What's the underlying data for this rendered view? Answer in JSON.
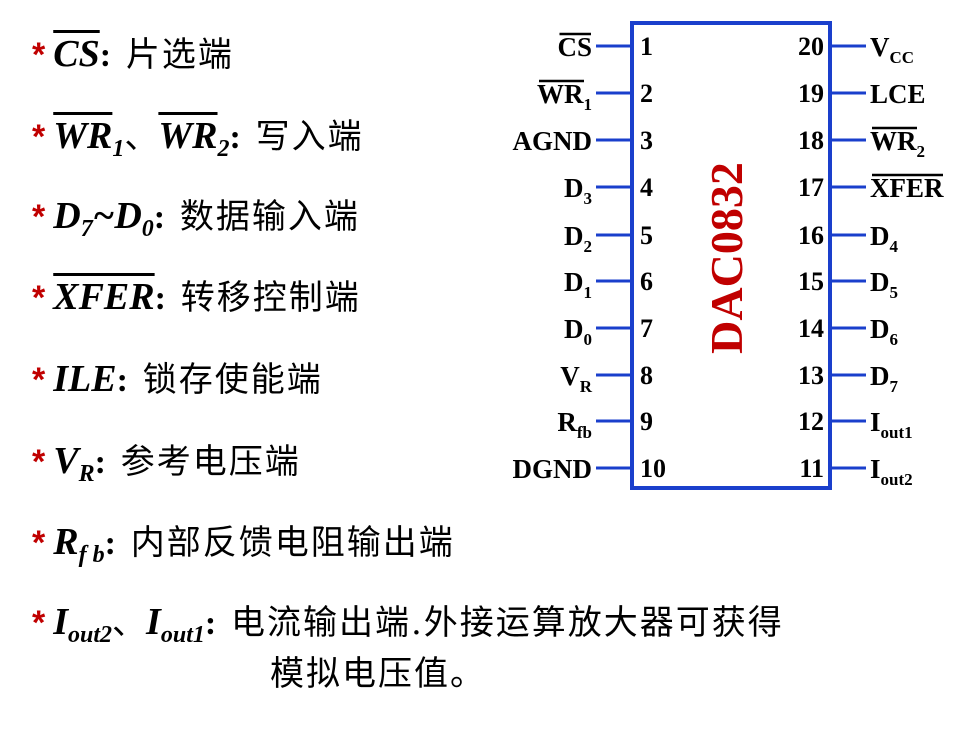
{
  "descriptions": [
    {
      "bullet": "*",
      "symbol_parts": [
        {
          "t": "CS",
          "overline": true
        }
      ],
      "sep": ":",
      "text": " 片选端"
    },
    {
      "bullet": "*",
      "symbol_parts": [
        {
          "t": "WR",
          "overline": true,
          "sub": "1"
        },
        {
          "t": "、",
          "plain": true
        },
        {
          "t": "WR",
          "overline": true,
          "sub": "2"
        }
      ],
      "sep": ":",
      "text": " 写入端"
    },
    {
      "bullet": "*",
      "symbol_parts": [
        {
          "t": "D",
          "sub": "7"
        },
        {
          "t": "~"
        },
        {
          "t": "D",
          "sub": "0"
        }
      ],
      "sep": ":",
      "text": " 数据输入端"
    },
    {
      "bullet": "*",
      "symbol_parts": [
        {
          "t": "XFER",
          "overline": true
        }
      ],
      "sep": ":",
      "text": " 转移控制端"
    },
    {
      "bullet": "*",
      "symbol_parts": [
        {
          "t": "ILE"
        }
      ],
      "sep": ":",
      "text": " 锁存使能端"
    },
    {
      "bullet": "*",
      "symbol_parts": [
        {
          "t": "V",
          "sub": "R"
        }
      ],
      "sep": ":",
      "text": " 参考电压端"
    },
    {
      "bullet": "*",
      "symbol_parts": [
        {
          "t": "R",
          "sub": "f b"
        }
      ],
      "sep": ":",
      "text": " 内部反馈电阻输出端"
    },
    {
      "bullet": "*",
      "symbol_parts": [
        {
          "t": "I",
          "sub": "out2"
        },
        {
          "t": "、",
          "plain": true
        },
        {
          "t": "I",
          "sub": "out1"
        }
      ],
      "sep": ":",
      "text": " 电流输出端.外接运算放大器可获得",
      "continuation": "模拟电压值。"
    }
  ],
  "chip": {
    "name": "DAC0832",
    "border_color": "#1a3fcc",
    "name_color": "#c00000",
    "left_pins": [
      {
        "num": "1",
        "label": "CS",
        "overline": true
      },
      {
        "num": "2",
        "label": "WR",
        "sub": "1",
        "overline": true
      },
      {
        "num": "3",
        "label": "AGND"
      },
      {
        "num": "4",
        "label": "D",
        "sub": "3"
      },
      {
        "num": "5",
        "label": "D",
        "sub": "2"
      },
      {
        "num": "6",
        "label": "D",
        "sub": "1"
      },
      {
        "num": "7",
        "label": "D",
        "sub": "0"
      },
      {
        "num": "8",
        "label": "V",
        "sub": "R"
      },
      {
        "num": "9",
        "label": "R",
        "sub": "fb"
      },
      {
        "num": "10",
        "label": "DGND"
      }
    ],
    "right_pins": [
      {
        "num": "20",
        "label": "V",
        "sub": "CC"
      },
      {
        "num": "19",
        "label": "LCE"
      },
      {
        "num": "18",
        "label": "WR",
        "sub": "2",
        "overline": true
      },
      {
        "num": "17",
        "label": "XFER",
        "overline": true
      },
      {
        "num": "16",
        "label": "D",
        "sub": "4"
      },
      {
        "num": "15",
        "label": "D",
        "sub": "5"
      },
      {
        "num": "14",
        "label": "D",
        "sub": "6"
      },
      {
        "num": "13",
        "label": "D",
        "sub": "7"
      },
      {
        "num": "12",
        "label": "I",
        "sub": "out1"
      },
      {
        "num": "11",
        "label": "I",
        "sub": "out2"
      }
    ]
  }
}
